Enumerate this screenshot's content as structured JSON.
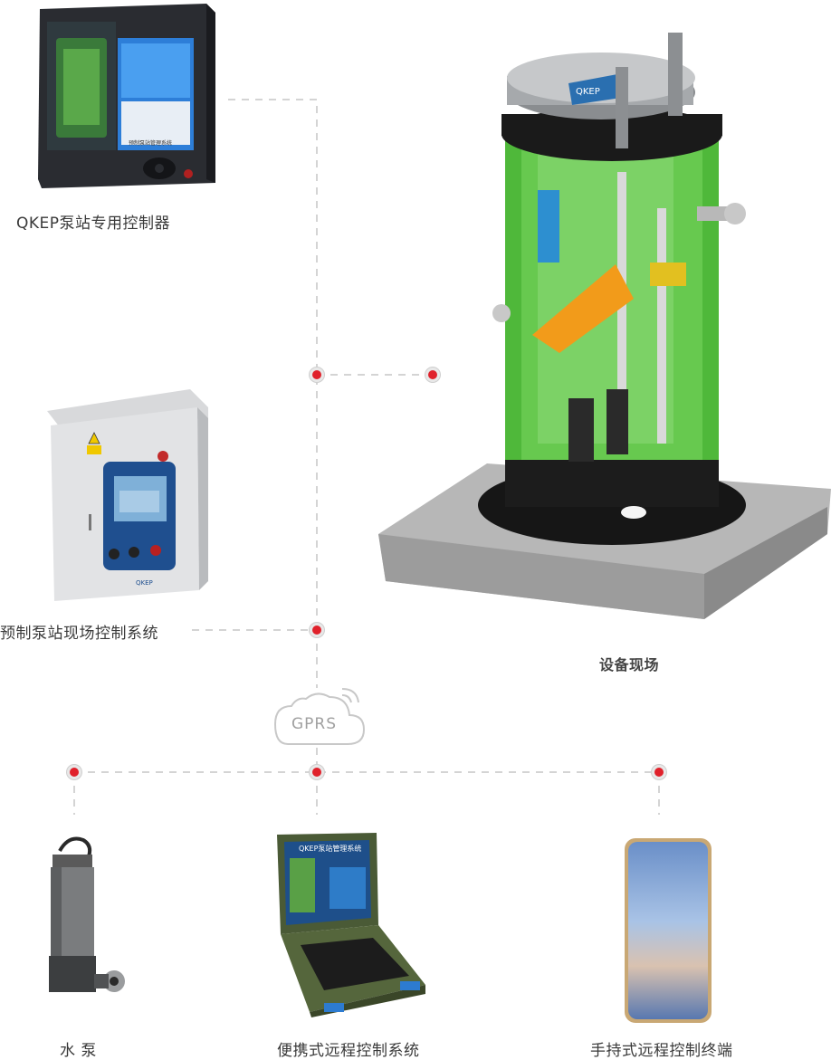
{
  "labels": {
    "controller": "QKEP泵站专用控制器",
    "onsite_control": "预制泵站现场控制系统",
    "equipment_site": "设备现场",
    "pump": "水 泵",
    "portable": "便携式远程控制系统",
    "handheld": "手持式远程控制终端",
    "cloud": "GPRS"
  },
  "device_text": {
    "controller_caption": "预制泵站管理系统",
    "laptop_title": "QKEP泵站管理系统",
    "cabinet_brand": "QKEP",
    "tank_brand": "QKEP"
  },
  "colors": {
    "node_red": "#e0212b",
    "dash_line": "#c8c8c8",
    "tank_green": "#4fb83a",
    "tank_black": "#1a1a1a"
  }
}
